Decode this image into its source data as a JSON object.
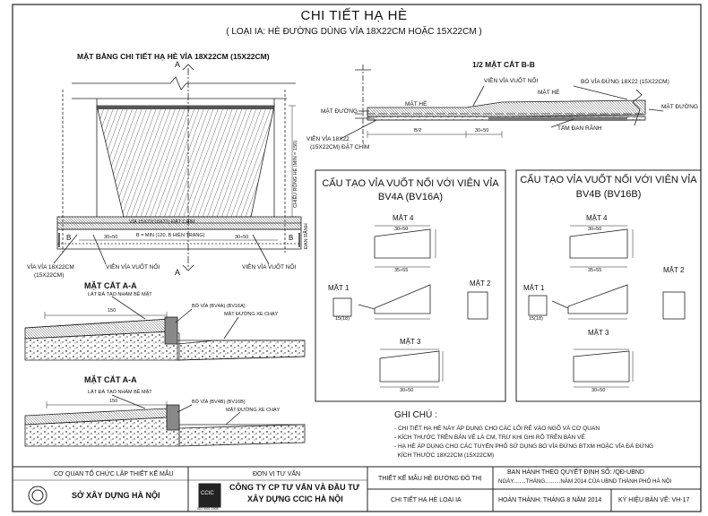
{
  "title": "CHI TIẾT HẠ HÈ",
  "subtitle": "( LOẠI IA: HÈ ĐƯỜNG DÙNG VỈA 18X22CM HOẶC 15X22CM )",
  "plan": {
    "heading": "MẶT BẰNG CHI TIẾT HẠ HÈ VỈA 18X22CM (15X22CM)",
    "section_a_top": "A",
    "section_a_bottom": "A",
    "vertical_label": "CHIỀU RỘNG HÈ (MIN = 150)",
    "curb_strip": "VỈA 15X22(18X22) ĐẶT CHÌM",
    "width_label": "B = MIN (120, B HIỆN TRẠNG)",
    "dim_left": "30÷50",
    "dim_right": "30÷50",
    "cut_left": "B",
    "cut_right": "B",
    "drain_label": "ĐAN RÃNH",
    "curb_left": "VỈA VỈA 18X22CM",
    "curb_left_sub": "(15X22CM)",
    "transition_left": "VIÊN VỈA VUỐT NỐI",
    "transition_right": "VIÊN VỈA VUỐT NỐI"
  },
  "section_bb": {
    "heading": "1/2 MẶT CẮT B-B",
    "transition": "VIÊN VỈA VUỐT NỐI",
    "curb_upright": "BÓ VỈA ĐỨNG 18X22 (15X22CM)",
    "sidewalk": "MẶT HÈ",
    "sidewalk_2": "MẶT HÈ",
    "road_left": "MẶT ĐƯỜNG",
    "road_right": "MẶT ĐƯỜNG",
    "gutter": "TẤM ĐAN RÃNH",
    "sunken": "VIÊN VỈA 18X22",
    "sunken_sub": "(15X22CM) ĐẶT CHÌM",
    "half_b": "B/2",
    "dim": "30÷50"
  },
  "section_aa_1": {
    "heading": "MẶT CẮT A-A",
    "top_note": "LÁT ĐÁ TẠO NHÁM BỀ MẶT",
    "curb": "BÓ VỈA (BV4A) (BV16A)",
    "road": "MẶT ĐƯỜNG XE CHẠY",
    "dim": "150"
  },
  "section_aa_2": {
    "heading": "MẶT CẮT A-A",
    "top_note": "LÁT ĐÁ TẠO NHÁM BỀ MẶT",
    "curb": "BÓ VỈA (BV4B) (BV16B)",
    "road": "MẶT ĐƯỜNG XE CHẠY",
    "dim": "150"
  },
  "box_a": {
    "title_1": "CẤU TẠO VỈA VUỐT NỐI VỚI VIÊN VỈA",
    "title_2": "BV4A (BV16A)",
    "face_4": "MẶT 4",
    "face_1": "MẶT 1",
    "face_2": "MẶT 2",
    "face_3": "MẶT 3",
    "d_top": "30÷50",
    "d_bottom": "35÷55",
    "d_mid": "30÷50",
    "d_small": "15(18)"
  },
  "box_b": {
    "title_1": "CẤU TẠO VỈA VUỐT NỐI VỚI VIÊN VỈA",
    "title_2": "BV4B (BV16B)",
    "face_4": "MẶT 4",
    "face_1": "MẶT 1",
    "face_2": "MẶT 2",
    "face_3": "MẶT 3",
    "d_top": "30÷50",
    "d_bottom": "35÷55",
    "d_mid": "30÷50",
    "d_small": "15(18)"
  },
  "notes": {
    "heading": "GHI CHÚ :",
    "items": [
      "- CHI TIẾT HẠ HÈ NÀY ÁP DỤNG CHO CÁC LỐI RẼ VÀO NGÕ VÀ CƠ QUAN",
      "- KÍCH THƯỚC TRÊN BẢN VẼ LÀ CM, TRỪ KHI GHI RÕ TRÊN BẢN VẼ",
      "- HẠ HÈ ÁP DỤNG CHO CÁC TUYẾN PHỐ SỬ DỤNG BÓ VỈA ĐỨNG BTXM HOẶC VỈA ĐÁ ĐỨNG",
      "  KÍCH THƯỚC 18X22CM (15X22CM)"
    ]
  },
  "title_block": {
    "agency_label": "CƠ QUAN TỔ CHỨC LẬP THIẾT KẾ MẪU",
    "agency_name": "SỞ XÂY DỰNG HÀ NỘI",
    "consultant_label": "ĐƠN VỊ TƯ VẤN",
    "consultant_name_1": "CÔNG TY CP TƯ VẤN VÀ ĐẦU TƯ",
    "consultant_name_2": "XÂY DỰNG CCIC HÀ NỘI",
    "logo_text": "CCIC",
    "iso_text": "ISO 9001:2008",
    "design_label": "THIẾT KẾ MẪU HÈ ĐƯỜNG ĐÔ THỊ",
    "drawing_name": "CHI TIẾT HẠ HÈ LOẠI IA",
    "issued_1": "BAN HÀNH THEO QUYẾT ĐỊNH SỐ:            /QĐ-UBND",
    "issued_2": "NGÀY........THÁNG..........NĂM 2014 CỦA UBND THÀNH PHỐ HÀ NỘI",
    "completed": "HOÀN THÀNH: THÁNG 8 NĂM 2014",
    "sheet": "KÝ HIỆU BẢN VẼ:  VH-17"
  }
}
